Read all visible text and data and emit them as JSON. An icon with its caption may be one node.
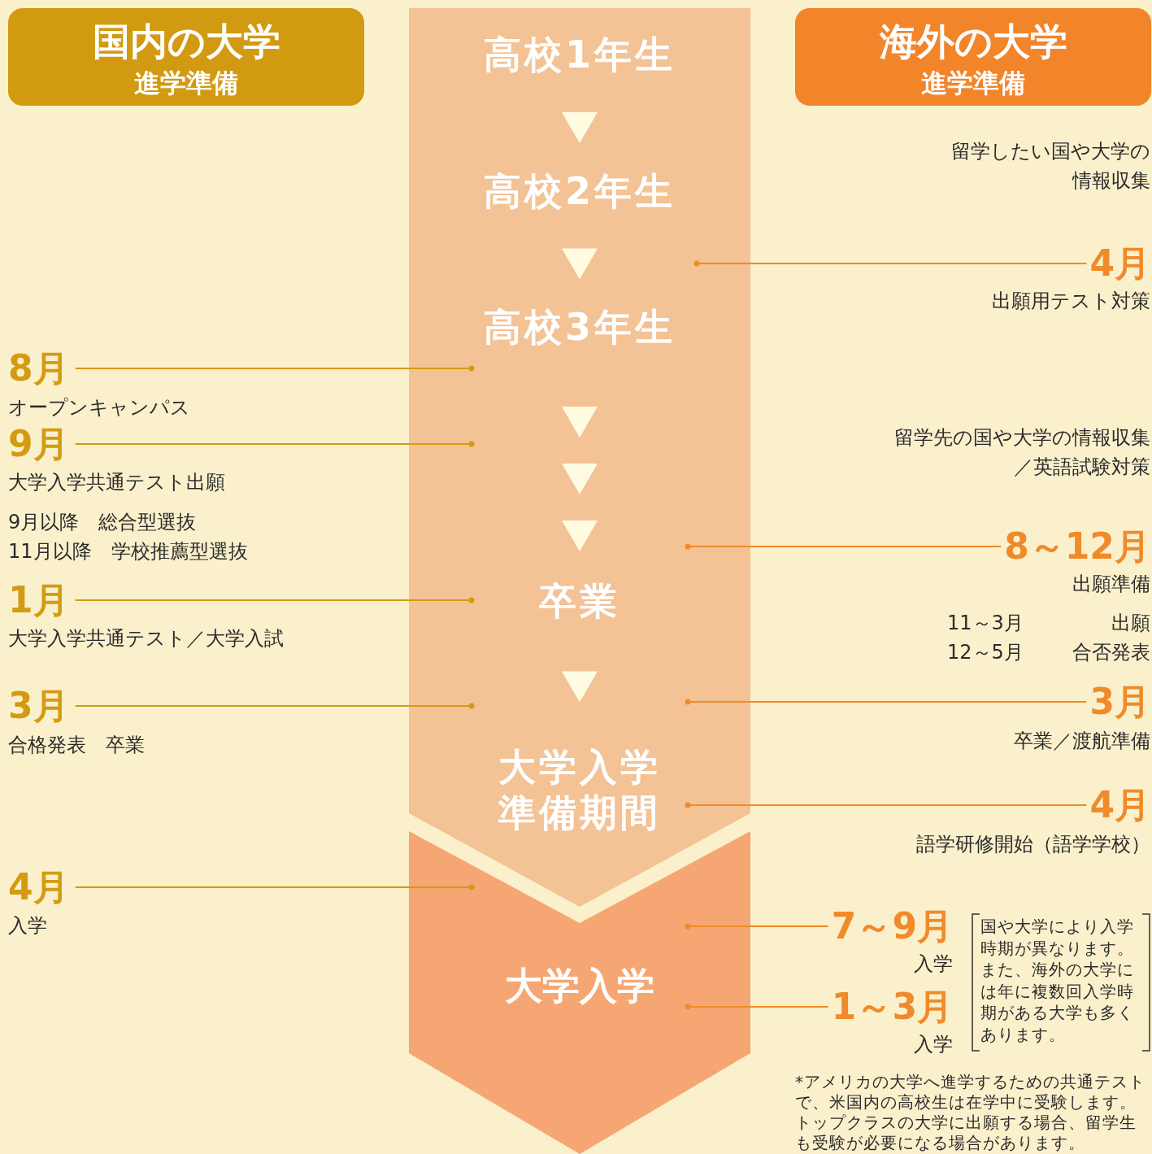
{
  "diagram": {
    "nodes": [
      {
        "text": [
          "国内の大学",
          "進学準備"
        ]
      },
      {
        "text": [
          "海外の大学",
          "進学準備"
        ]
      },
      {
        "text": [],
        "shape": "bar"
      },
      {
        "text": [
          "高校1年生"
        ],
        "in": 2
      },
      {
        "text": [
          "高校2年生"
        ],
        "in": 2
      },
      {
        "text": [
          "高校3年生"
        ],
        "in": 2
      },
      {
        "text": [
          "卒業"
        ],
        "in": 2
      },
      {
        "text": [
          "大学入学準備期間"
        ],
        "in": 2
      },
      {
        "text": [
          "大学入学"
        ]
      },
      {
        "text": [
          "8月"
        ],
        "beside": [
          "オープンキャンパス"
        ]
      },
      {
        "text": [
          "9月"
        ],
        "beside": [
          "大学入学共通テスト出願"
        ]
      },
      {
        "text": [
          "1月"
        ],
        "beside": [
          "大学入学共通テスト／大学入試"
        ]
      },
      {
        "text": [
          "3月"
        ],
        "beside": [
          "合格発表　卒業"
        ]
      },
      {
        "text": [
          "4月"
        ],
        "beside": [
          "入学"
        ]
      },
      {
        "text": [
          "4月"
        ],
        "beside": [
          "出願用テスト対策"
        ]
      },
      {
        "text": [
          "8～12月"
        ],
        "beside": [
          "出願準備"
        ]
      },
      {
        "text": [
          "3月"
        ],
        "beside": [
          "卒業／渡航準備"
        ]
      },
      {
        "text": [
          "4月"
        ],
        "beside": [
          "語学研修開始（語学学校）"
        ]
      },
      {
        "text": [
          "7～9月"
        ],
        "beside": [
          "入学"
        ]
      },
      {
        "text": [
          "1～3月"
        ],
        "beside": [
          "入学"
        ]
      }
    ],
    "edges": [
      {
        "from": 3,
        "to": 4,
        "arrow": "to",
        "color": "#fffbe1"
      },
      {
        "from": 4,
        "to": 5,
        "arrow": "to",
        "color": "#fffbe1"
      },
      {
        "from": 5,
        "to": 6,
        "arrow": "to",
        "color": "#fffbe1"
      },
      {
        "from": 6,
        "to": 7,
        "arrow": "to",
        "color": "#fffbe1"
      },
      {
        "from": 9,
        "to": 5,
        "arrow": "other"
      },
      {
        "from": 10,
        "to": null,
        "arrow": "other"
      },
      {
        "from": 11,
        "to": null,
        "arrow": "other"
      },
      {
        "from": 12,
        "to": null,
        "arrow": "other"
      },
      {
        "from": 13,
        "to": 8,
        "arrow": "other"
      },
      {
        "from": 14,
        "to": null,
        "arrow": "other",
        "color": "#f08a2a"
      },
      {
        "from": 15,
        "to": null,
        "arrow": "other",
        "color": "#f08a2a"
      },
      {
        "from": 16,
        "to": null,
        "arrow": "other",
        "color": "#f08a2a"
      },
      {
        "from": 17,
        "to": 7,
        "arrow": "other",
        "color": "#f08a2a"
      },
      {
        "from": 18,
        "to": 8,
        "arrow": "other",
        "color": "#f08a2a"
      },
      {
        "from": 19,
        "to": 8,
        "arrow": "other",
        "color": "#f08a2a"
      }
    ],
    "labels": [
      "留学したい国や大学の情報収集",
      "留学先の国や大学の情報収集／英語試験対策",
      "9月以降　総合型選抜",
      "11月以降　学校推薦型選抜",
      "11～3月",
      "出願",
      "12～5月",
      "合否発表",
      "国や大学により入学時期が異なります。また、海外の大学には年に複数回入学時期がある大学も多くあります。",
      "*アメリカの大学へ進学するための共通テストで、米国内の高校生は在学中に受験します。トップクラスの大学に出願する場合、留学生も受験が必要になる場合があります。"
    ]
  }
}
